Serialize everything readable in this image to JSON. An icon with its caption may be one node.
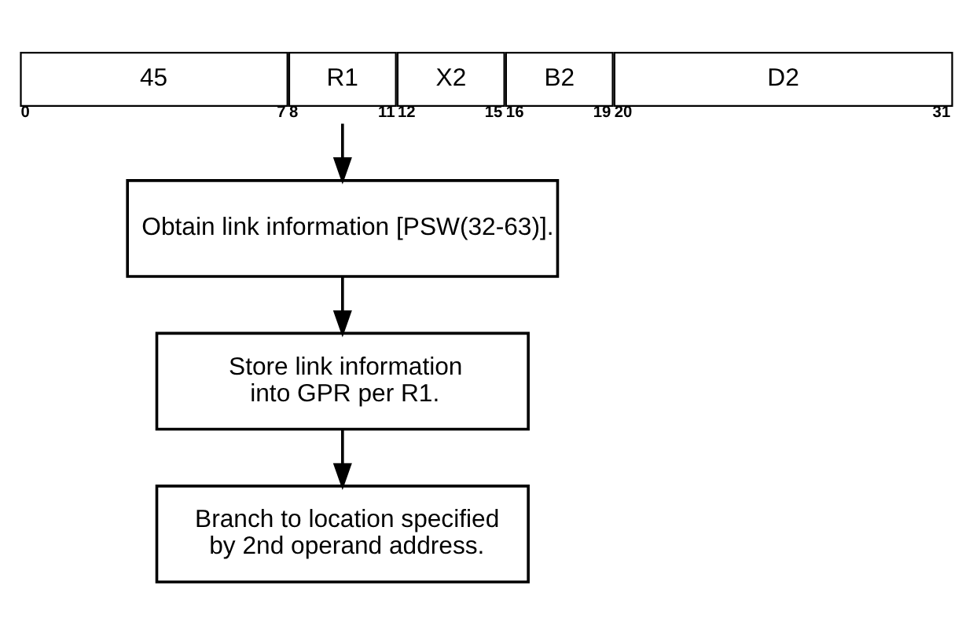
{
  "diagram": {
    "nodes": [
      {
        "text": [
          "45"
        ],
        "beside": [
          "0",
          "7"
        ]
      },
      {
        "text": [
          "R1"
        ],
        "beside": [
          "8",
          "11"
        ]
      },
      {
        "text": [
          "X2"
        ],
        "beside": [
          "12",
          "15"
        ]
      },
      {
        "text": [
          "B2"
        ],
        "beside": [
          "16",
          "19"
        ]
      },
      {
        "text": [
          "D2"
        ],
        "beside": [
          "20",
          "31"
        ]
      },
      {
        "text": [
          "Obtain link information [PSW(32-63)]."
        ]
      },
      {
        "text": [
          "Store link information into GPR per R1."
        ]
      },
      {
        "text": [
          "Branch to location specified by 2nd operand address."
        ]
      }
    ],
    "edges": [
      {
        "from": 1,
        "to": 5,
        "arrow": "to"
      },
      {
        "from": 5,
        "to": 6,
        "arrow": "to"
      },
      {
        "from": 6,
        "to": 7,
        "arrow": "to"
      }
    ]
  }
}
